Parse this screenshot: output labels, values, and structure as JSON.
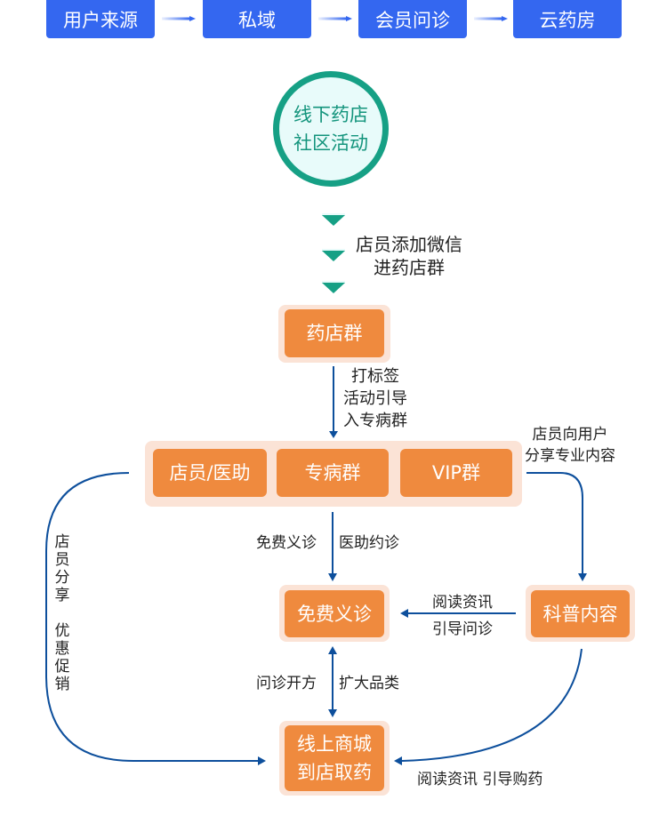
{
  "stages": [
    {
      "label": "用户来源"
    },
    {
      "label": "私域"
    },
    {
      "label": "会员问诊"
    },
    {
      "label": "云药房"
    }
  ],
  "start_node": {
    "line1": "线下药店",
    "line2": "社区活动"
  },
  "step_label_1": {
    "line1": "店员添加微信",
    "line2": "进药店群"
  },
  "pharmacy_group": {
    "label": "药店群"
  },
  "step_label_2": {
    "line1": "打标签",
    "line2": "活动引导",
    "line3": "入专病群"
  },
  "group_row": {
    "items": [
      {
        "label": "店员/医助"
      },
      {
        "label": "专病群"
      },
      {
        "label": "VIP群"
      }
    ]
  },
  "share_label": {
    "line1": "店员向用户",
    "line2": "分享专业内容"
  },
  "consult_label": {
    "left": "免费义诊",
    "right": "医助约诊"
  },
  "free_clinic": {
    "label": "免费义诊"
  },
  "science_content": {
    "label": "科普内容"
  },
  "read_label": {
    "line1": "阅读资讯",
    "line2": "引导问诊"
  },
  "prescribe_label": {
    "left": "问诊开方",
    "right": "扩大品类"
  },
  "mall": {
    "line1": "线上商城",
    "line2": "到店取药"
  },
  "buy_label": {
    "text": "阅读资讯 引导购药"
  },
  "promo_label": {
    "chars": [
      "店",
      "员",
      "分",
      "享",
      " ",
      "优",
      "惠",
      "促",
      "销"
    ]
  },
  "colors": {
    "stage_blue": "#3467f0",
    "teal": "#16a085",
    "orange": "#ef8a3e",
    "peach": "#fbe3d6",
    "line_blue": "#0d4f9c"
  }
}
